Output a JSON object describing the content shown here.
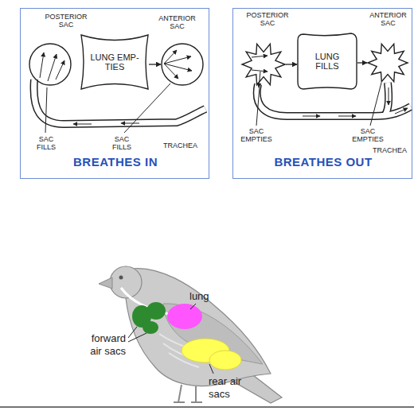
{
  "diagram": {
    "nodes": [
      {
        "text": [
          "BREATHES IN"
        ]
      },
      {
        "text": [
          "POSTERIOR SAC",
          "SAC FILLS"
        ],
        "in": 0
      },
      {
        "text": [
          "LUNG EMP- TIES"
        ],
        "in": 0
      },
      {
        "text": [
          "ANTERIOR SAC",
          "SAC FILLS"
        ],
        "in": 0
      },
      {
        "text": [
          "BREATHES OUT"
        ]
      },
      {
        "text": [
          "POSTERIOR SAC",
          "SAC EMPTIES"
        ],
        "in": 4
      },
      {
        "text": [
          "LUNG FILLS"
        ],
        "in": 4
      },
      {
        "text": [
          "ANTERIOR SAC",
          "SAC EMPTIES"
        ],
        "in": 4
      }
    ],
    "edges": [
      {
        "from": 2,
        "to": 3,
        "arrow": "to"
      },
      {
        "from": 5,
        "to": 6,
        "arrow": "to"
      },
      {
        "from": 6,
        "to": 7,
        "arrow": "to"
      }
    ],
    "labels": [
      "TRACHEA",
      "TRACHEA",
      "lung",
      "forward air sacs",
      "rear air sacs"
    ]
  }
}
